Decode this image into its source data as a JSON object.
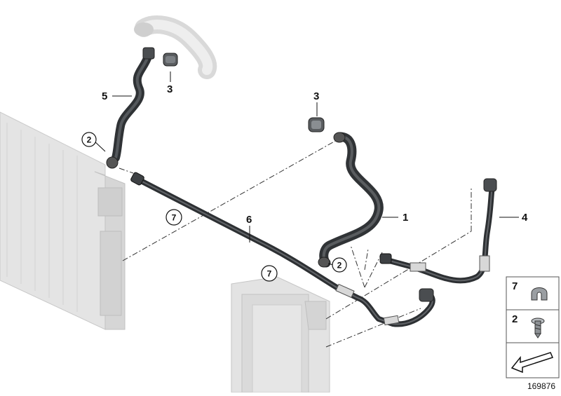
{
  "callouts": {
    "c1": "1",
    "c3a": "3",
    "c3b": "3",
    "c4": "4",
    "c5": "5",
    "c6": "6"
  },
  "circled": {
    "c2a": "2",
    "c2b": "2",
    "c7a": "7",
    "c7b": "7"
  },
  "legend": {
    "item_top": "7",
    "item_mid": "2"
  },
  "diagram_number": "169876",
  "colors": {
    "hose": "#3a3d40",
    "hose_light": "#7a7e82",
    "ghost": "#d8d8d8",
    "radiator": "#e2e2e2"
  }
}
